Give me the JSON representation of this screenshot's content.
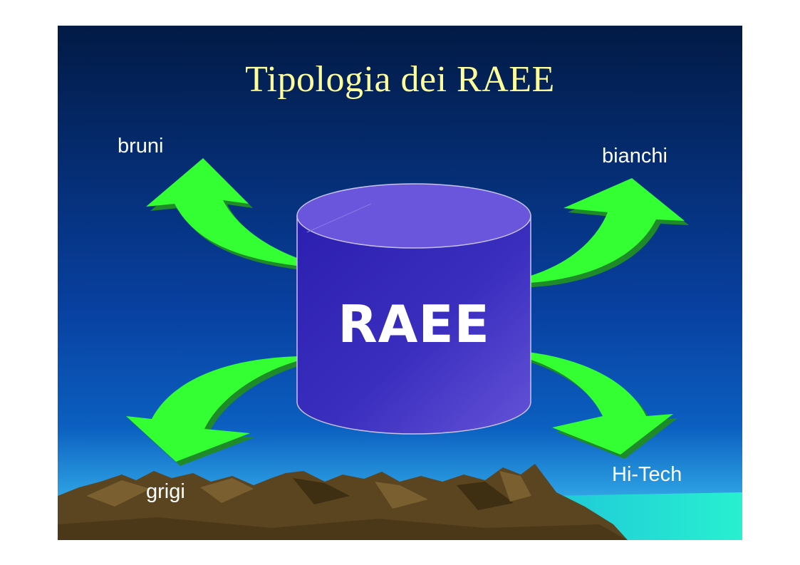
{
  "slide": {
    "title": "Tipologia dei RAEE",
    "center_label": "RAEE",
    "categories": [
      {
        "id": "bruni",
        "label": "bruni"
      },
      {
        "id": "bianchi",
        "label": "bianchi"
      },
      {
        "id": "grigi",
        "label": "grigi"
      },
      {
        "id": "hitech",
        "label": "Hi-Tech"
      }
    ]
  },
  "colors": {
    "background_top": "#021a45",
    "background_bottom": "#0b5fc0",
    "title": "#ffff99",
    "label": "#ffffff",
    "cylinder_body": "#3a2ebf",
    "cylinder_top": "#6a55dd",
    "arrow_fill": "#33ff33",
    "arrow_shadow": "#1f8a2a",
    "mountains": "#5a4520",
    "sea": "#22e3d2"
  }
}
